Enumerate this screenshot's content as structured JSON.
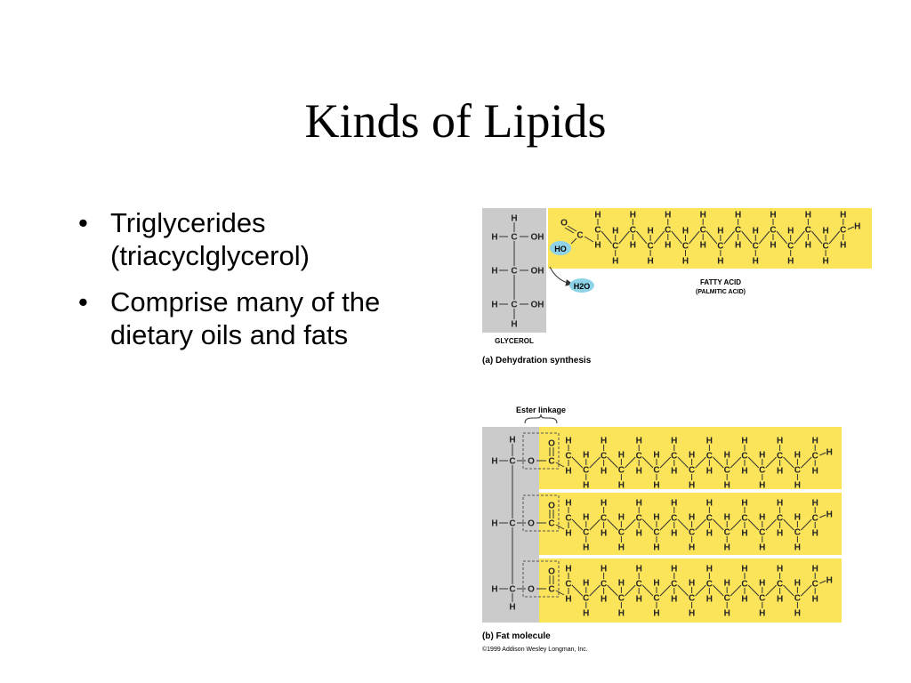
{
  "slide": {
    "title": "Kinds of Lipids",
    "bullets": [
      {
        "text": "Triglycerides (triacyclglycerol)"
      },
      {
        "text": "Comprise many of the dietary oils and fats"
      }
    ]
  },
  "figure": {
    "panel_a": {
      "fatty_acid_label": "FATTY ACID",
      "fatty_acid_sublabel": "(PALMITIC ACID)",
      "glycerol_label": "GLYCEROL",
      "water_label": "H2O",
      "ho_label": "HO",
      "caption": "(a) Dehydration synthesis"
    },
    "panel_b": {
      "ester_label": "Ester linkage",
      "caption": "(b) Fat molecule"
    },
    "copyright": "©1999 Addison Wesley Longman, Inc.",
    "colors": {
      "fatty_acid_bg": "#fbe45a",
      "glycerol_bg": "#cbcbcb",
      "water_bubble": "#8fd3e8"
    }
  }
}
